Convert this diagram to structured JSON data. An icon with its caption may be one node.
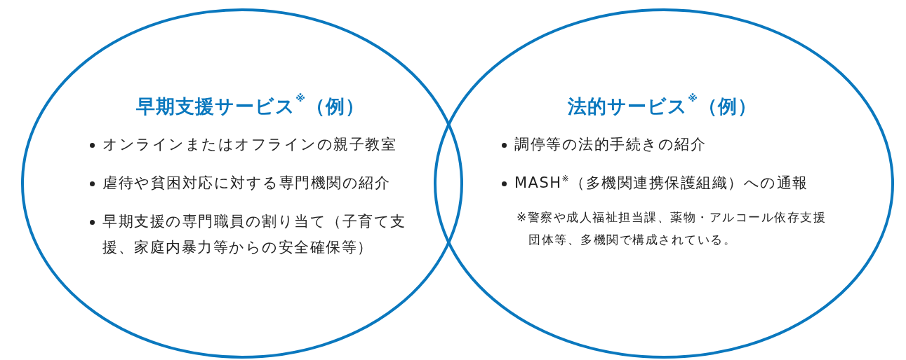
{
  "diagram": {
    "nodes": [
      {
        "text": [
          "早期支援サービス$^{※}$（例）",
          "オンラインまたはオフラインの親子教室",
          "虐待や貧困対応に対する専門機関の紹介",
          "早期支援の専門職員の割り当て（子育て支援、家庭内暴力等からの安全確保等）"
        ]
      },
      {
        "text": [
          "法的サービス$^{※}$（例）",
          "調停等の法的手続きの紹介",
          "MASH$^{※}$（多機関連携保護組織）への通報",
          "※警察や成人福祉担当課、薬物・アルコール依存支援団体等、多機関で構成されている。"
        ]
      }
    ]
  }
}
